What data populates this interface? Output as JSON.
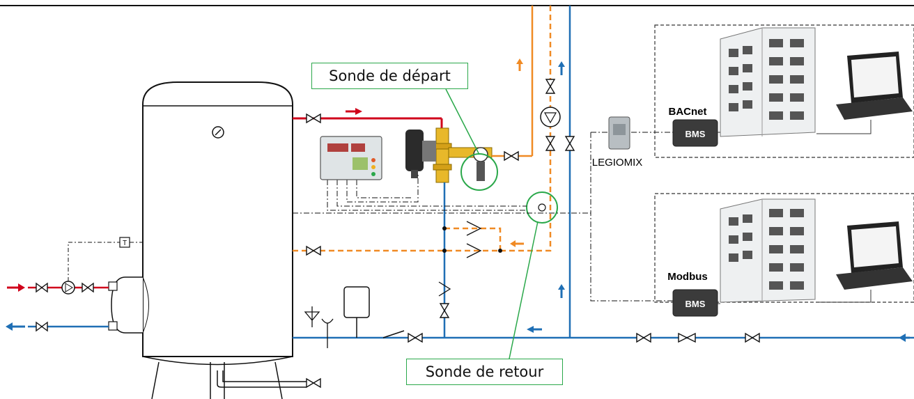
{
  "callouts": {
    "supply_probe": "Sonde de départ",
    "return_probe": "Sonde de retour"
  },
  "labels": {
    "controller": "LEGIOMIX",
    "protocol_top": "BACnet",
    "protocol_bottom": "Modbus",
    "bms_top": "BMS",
    "bms_bottom": "BMS"
  },
  "colors": {
    "hot_water": "#d0021b",
    "cold_water": "#1f6fb5",
    "circulation": "#f08a24",
    "probe_highlight": "#2aa84a"
  }
}
